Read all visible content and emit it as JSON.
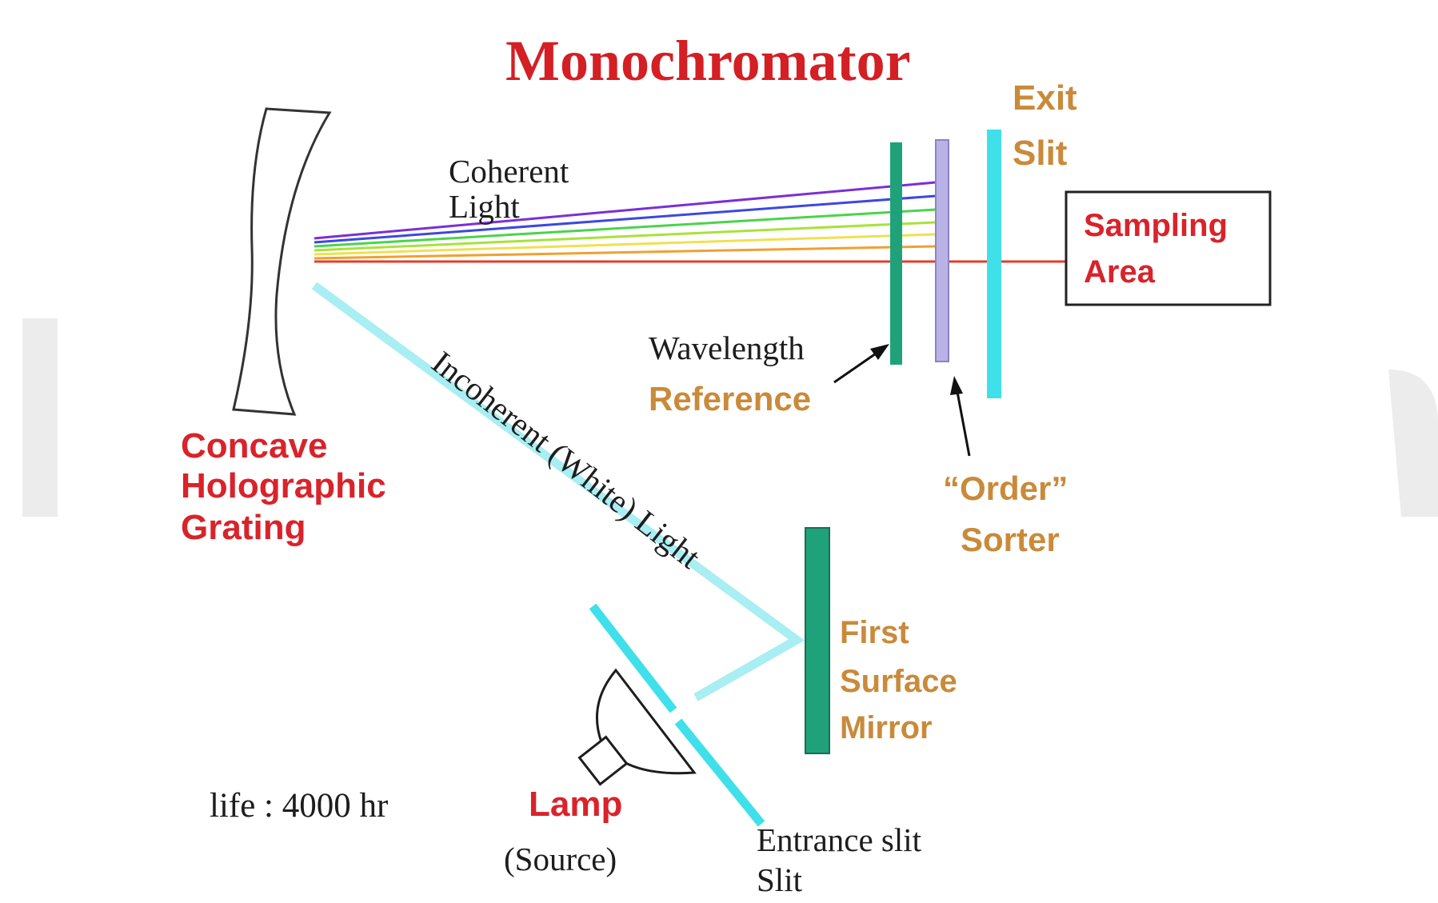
{
  "title": "Monochromator",
  "labels": {
    "coherent_light": [
      "Coherent",
      "Light"
    ],
    "incoherent_light": "Incoherent (White) Light",
    "grating": [
      "Concave",
      "Holographic",
      "Grating"
    ],
    "wavelength_reference": [
      "Wavelength",
      "Reference"
    ],
    "exit_slit": [
      "Exit",
      "Slit"
    ],
    "sampling_area": [
      "Sampling",
      "Area"
    ],
    "order_sorter": [
      "“Order”",
      "Sorter"
    ],
    "first_surface_mirror": [
      "First",
      "Surface",
      "Mirror"
    ],
    "lamp": [
      "Lamp",
      "(Source)"
    ],
    "entrance_slit": [
      "Entrance slit",
      "Slit"
    ],
    "life": "life : 4000 hr"
  },
  "colors": {
    "title": "#d41f24",
    "red_label": "#d9232b",
    "orange_label": "#c98a3a",
    "cyan_beam": "#8ee8ee",
    "cyan_slit": "#3fe0ea",
    "teal_plate": "#1fa27a",
    "lavender_plate": "#b9b2e6",
    "spectrum": [
      "#7b2fd6",
      "#3c48e0",
      "#4bd34b",
      "#a8e23a",
      "#f0e050",
      "#f0a030",
      "#e43c2c"
    ]
  }
}
